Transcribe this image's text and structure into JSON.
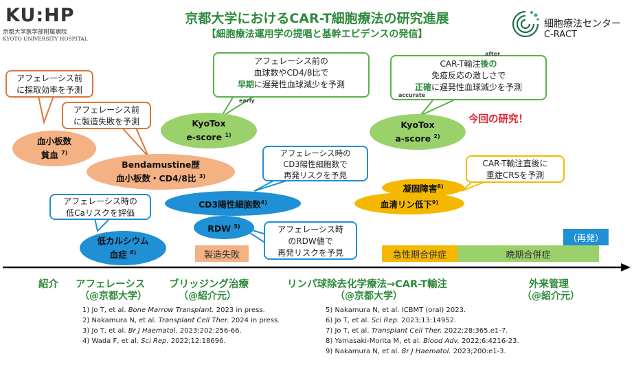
{
  "logo": {
    "mark": "KU:HP",
    "line1": "京都大学医学部附属病院",
    "line2": "KYOTO UNIVERSITY HOSPITAL"
  },
  "header": {
    "title": "京都大学におけるCAR-T細胞療法の研究進展",
    "subtitle": "【細胞療法運用学の提唱と基幹エビデンスの発信】"
  },
  "cract": {
    "name": "細胞療法センター",
    "abbr": "C-RACT"
  },
  "callouts": {
    "c1": [
      "アフェレーシス前",
      "に採取効率を予測"
    ],
    "c2": [
      "アフェレーシス前",
      "に製造失敗を予測"
    ],
    "c3": [
      "アフェレーシス前の",
      "血球数やCD4/8比で"
    ],
    "c3b": {
      "pre": "早期",
      "post": "に遅発性血球減少を予測",
      "tag": "early"
    },
    "c4": {
      "l1a": "CAR-T輸注",
      "l1b": "後の",
      "tag": "after",
      "l2": "免疫反応の激しさで",
      "pre": "正確",
      "post": "に遅発性血球減少を予測",
      "tag2": "accurate"
    },
    "c5": [
      "アフェレーシス時の",
      "CD3陽性細胞数で",
      "再発リスクを予見"
    ],
    "c6": [
      "CAR-T輸注直後に",
      "重症CRSを予測"
    ],
    "c7": [
      "アフェレーシス時の",
      "低Caリスクを評価"
    ],
    "c8": [
      "アフェレーシス時",
      "のRDW値で",
      "再発リスクを予見"
    ]
  },
  "ellipses": {
    "platelet": {
      "l1": "血小板数",
      "l2": "貧血",
      "ref": "7)"
    },
    "bendamustine": {
      "l1": "Bendamustine歴",
      "l2": "血小板数・CD4/8比",
      "ref": "3)"
    },
    "kyotox_e": {
      "l1": "KyoTox",
      "l2": "e-score",
      "ref": "1)"
    },
    "kyotox_a": {
      "l1": "KyoTox",
      "l2": "a-score",
      "ref": "2)"
    },
    "cd3": {
      "l1": "CD3陽性細胞数",
      "ref": "4)"
    },
    "rdw": {
      "l1": "RDW",
      "ref": "5)"
    },
    "hypocalcemia": {
      "l1": "低カルシウム",
      "l2": "血症",
      "ref": "6)"
    },
    "coag": {
      "l1": "凝固障害",
      "ref": "8)"
    },
    "phos": {
      "l1": "血清リン低下",
      "ref": "9)"
    }
  },
  "highlight": "今回の研究！",
  "bars": {
    "manufacturing": "製造失敗",
    "acute": "急性期合併症",
    "late": "晩期合併症",
    "relapse": "（再発）"
  },
  "phases": {
    "p1": "紹介",
    "p2": "アフェレーシス",
    "p2sub": "（@京都大学）",
    "p3": "ブリッジング治療",
    "p3sub": "（@紹介元）",
    "p4": "リンパ球除去化学療法→CAR-T輸注",
    "p4sub": "（@京都大学）",
    "p5": "外来管理",
    "p5sub": "（@紹介元）"
  },
  "refs_left": [
    {
      "n": "1)",
      "a": "Jo T, et al. ",
      "j": "Bone Marrow Transplant.",
      "r": " 2023 in press."
    },
    {
      "n": "2)",
      "a": "Nakamura N, et al. ",
      "j": "Transplant Cell Ther.",
      "r": " 2024 in press."
    },
    {
      "n": "3)",
      "a": "Jo T, et al. ",
      "j": "Br J Haematol.",
      "r": " 2023;202:256-66."
    },
    {
      "n": "4)",
      "a": "Wada F, et al. ",
      "j": "Sci Rep.",
      "r": " 2022;12:18696."
    }
  ],
  "refs_right": [
    {
      "n": "5)",
      "a": "Nakamura N, et al. ICBMT (oral) 2023.",
      "j": "",
      "r": ""
    },
    {
      "n": "6)",
      "a": "Jo T, et al. ",
      "j": "Sci Rep.",
      "r": " 2023;13:14952."
    },
    {
      "n": "7)",
      "a": "Jo T, et al. ",
      "j": "Transplant Cell Ther.",
      "r": " 2022;28:365.e1-7."
    },
    {
      "n": "8)",
      "a": "Yamasaki-Morita M, et al. ",
      "j": "Blood Adv.",
      "r": " 2022;6:4216-23."
    },
    {
      "n": "9)",
      "a": "Nakamura N, et al. ",
      "j": "Br J Haematol.",
      "r": " 2023;200:e1-3."
    }
  ],
  "colors": {
    "green": "#2f8a3c",
    "orange_border": "#d9763c",
    "salmon": "#f4b183",
    "light_green": "#9bd16b",
    "blue": "#1f8fd6",
    "yellow": "#f5b800",
    "red": "#e2202c"
  }
}
